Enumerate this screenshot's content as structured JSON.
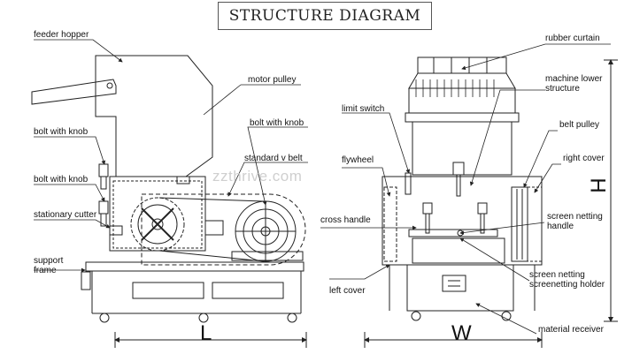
{
  "title": "STRUCTURE DIAGRAM",
  "watermark": "zzthrive.com",
  "labels": {
    "feeder_hopper": "feeder hopper",
    "bolt_with_knob_1": "bolt with knob",
    "bolt_with_knob_2": "bolt with knob",
    "stationary_cutter": "stationary cutter",
    "support_frame": "support\nframe",
    "motor_pulley": "motor pulley",
    "bolt_with_knob_3": "bolt with knob",
    "standard_v_belt": "standard v belt",
    "limit_switch": "limit switch",
    "flywheel": "flywheel",
    "cross_handle": "cross handle",
    "left_cover": "left cover",
    "rubber_curtain": "rubber curtain",
    "machine_lower_structure": "machine lower\nstructure",
    "belt_pulley": "belt pulley",
    "right_cover": "right cover",
    "screen_netting_handle": "screen netting\nhandle",
    "screen_netting_holder": "screen netting\nscreenetting holder",
    "material_receiver": "material receiver"
  },
  "dimensions": {
    "length": "L",
    "width": "W",
    "height": "H"
  }
}
